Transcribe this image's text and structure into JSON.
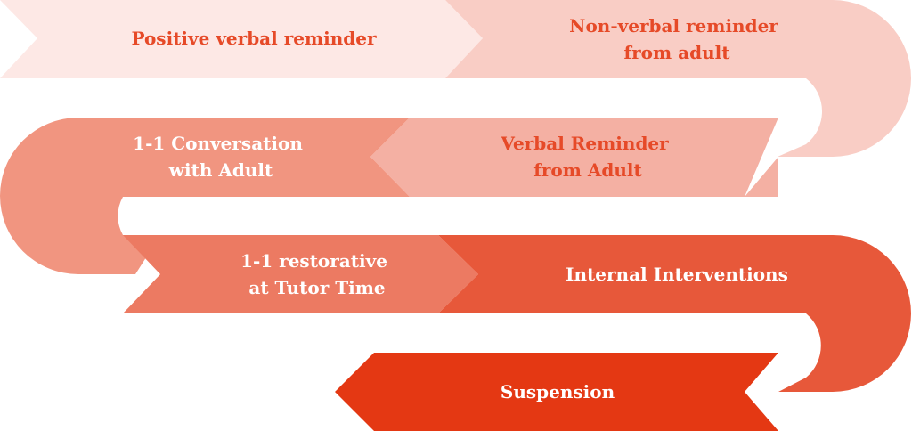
{
  "steps": [
    {
      "lines": [
        "Positive verbal reminder"
      ],
      "fill": "#fde8e5",
      "text_color": "#e64a28"
    },
    {
      "lines": [
        "Non-verbal reminder",
        "from adult"
      ],
      "fill": "#f9cdc5",
      "text_color": "#e64a28"
    },
    {
      "lines": [
        "Verbal Reminder",
        "from Adult"
      ],
      "fill": "#f4b0a3",
      "text_color": "#e64a28"
    },
    {
      "lines": [
        "1-1 Conversation",
        "with Adult"
      ],
      "fill": "#f19580",
      "text_color": "#ffffff"
    },
    {
      "lines": [
        "1-1 restorative",
        "at Tutor Time"
      ],
      "fill": "#ec7a62",
      "text_color": "#ffffff"
    },
    {
      "lines": [
        "Internal Interventions"
      ],
      "fill": "#e7583a",
      "text_color": "#ffffff"
    },
    {
      "lines": [
        "Suspension"
      ],
      "fill": "#e43813",
      "text_color": "#ffffff"
    }
  ]
}
